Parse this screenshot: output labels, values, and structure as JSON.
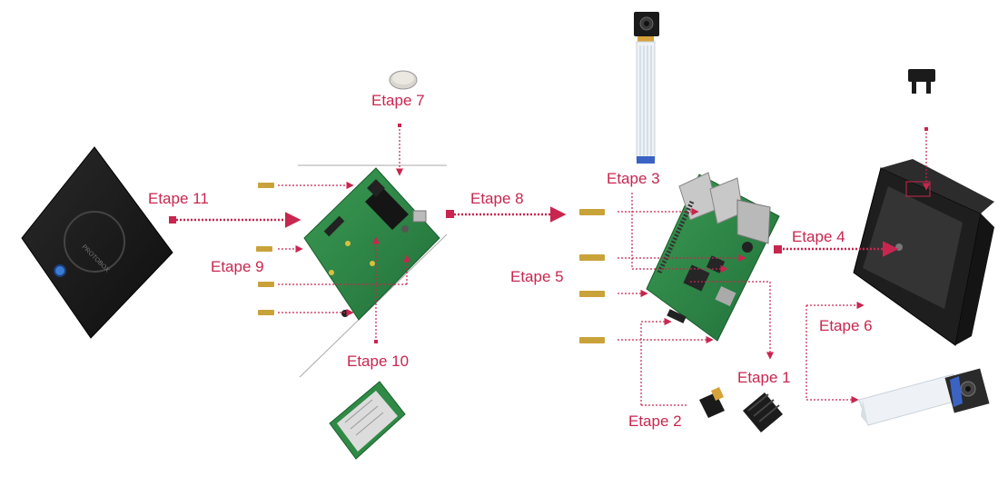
{
  "colors": {
    "accent": "#c8264f",
    "board_green": "#2f8a46",
    "case_black": "#1c1c1c",
    "gold": "#c9a23a"
  },
  "steps": {
    "s1": "Etape 1",
    "s2": "Etape 2",
    "s3": "Etape 3",
    "s4": "Etape 4",
    "s5": "Etape 5",
    "s6": "Etape 6",
    "s7": "Etape 7",
    "s8": "Etape 8",
    "s9": "Etape 9",
    "s10": "Etape 10",
    "s11": "Etape 11"
  },
  "components": {
    "case_lid_text": "PROTOBOX"
  }
}
